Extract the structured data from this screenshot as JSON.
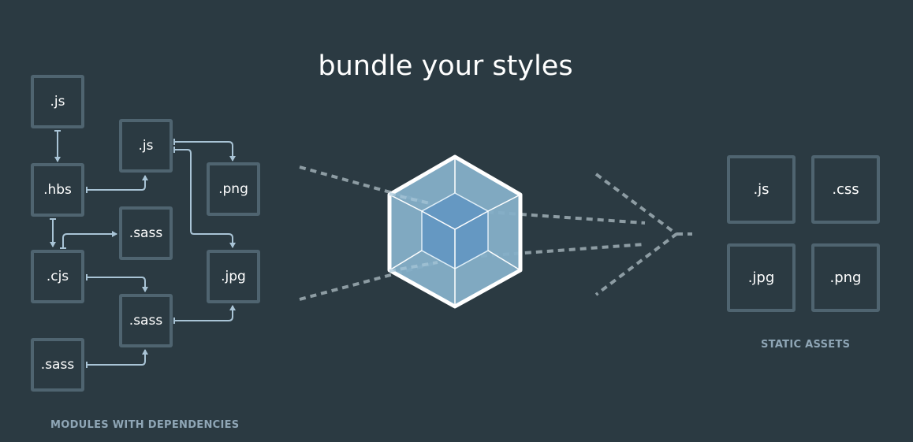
{
  "title": "bundle your styles",
  "modules": [
    ".js",
    ".hbs",
    ".cjs",
    ".sass",
    ".js",
    ".sass",
    ".sass",
    ".png",
    ".jpg"
  ],
  "assets": [
    ".js",
    ".css",
    ".jpg",
    ".png"
  ],
  "labels": {
    "modules": "MODULES WITH DEPENDENCIES",
    "assets": "STATIC ASSETS"
  },
  "colors": {
    "background": "#2b3a42",
    "box_border": "#4f6470",
    "connector": "#a9c4d6",
    "cube_outer": "#85afc8",
    "cube_inner": "#6598c2"
  }
}
